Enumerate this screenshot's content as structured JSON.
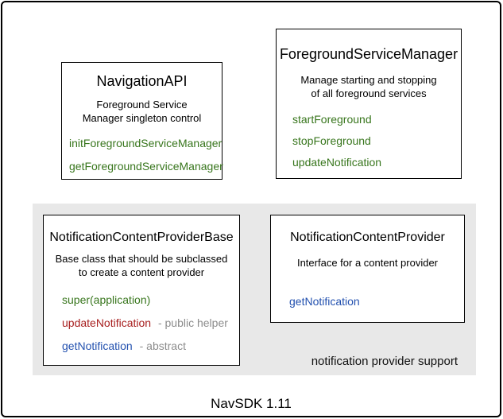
{
  "diagram": {
    "caption": "NavSDK 1.11",
    "panel_label": "notification provider support"
  },
  "colors": {
    "method_green": "#38761d",
    "method_red": "#a82020",
    "method_blue": "#2351af",
    "annotation_gray": "#8c8c8c",
    "panel_bg": "#e8e8e8",
    "box_border": "#000000"
  },
  "boxes": {
    "navigation_api": {
      "title": "NavigationAPI",
      "desc_lines": [
        "Foreground Service",
        "Manager singleton control"
      ],
      "methods": [
        {
          "name": "initForegroundServiceManager"
        },
        {
          "name": "getForegroundServiceManager"
        }
      ]
    },
    "foreground_service_manager": {
      "title": "ForegroundServiceManager",
      "desc_lines": [
        "Manage starting and stopping",
        "of all foreground services"
      ],
      "methods": [
        {
          "name": "startForeground"
        },
        {
          "name": "stopForeground"
        },
        {
          "name": "updateNotification"
        }
      ]
    },
    "notification_content_provider_base": {
      "title": "NotificationContentProviderBase",
      "desc_lines": [
        "Base class that should be subclassed",
        "to create a content provider"
      ],
      "methods": [
        {
          "name": "super(application)"
        },
        {
          "name": "updateNotification",
          "annotation": "- public helper"
        },
        {
          "name": "getNotification",
          "annotation": "- abstract"
        }
      ]
    },
    "notification_content_provider": {
      "title": "NotificationContentProvider",
      "desc_lines": [
        "Interface for a content provider"
      ],
      "methods": [
        {
          "name": "getNotification"
        }
      ]
    }
  }
}
